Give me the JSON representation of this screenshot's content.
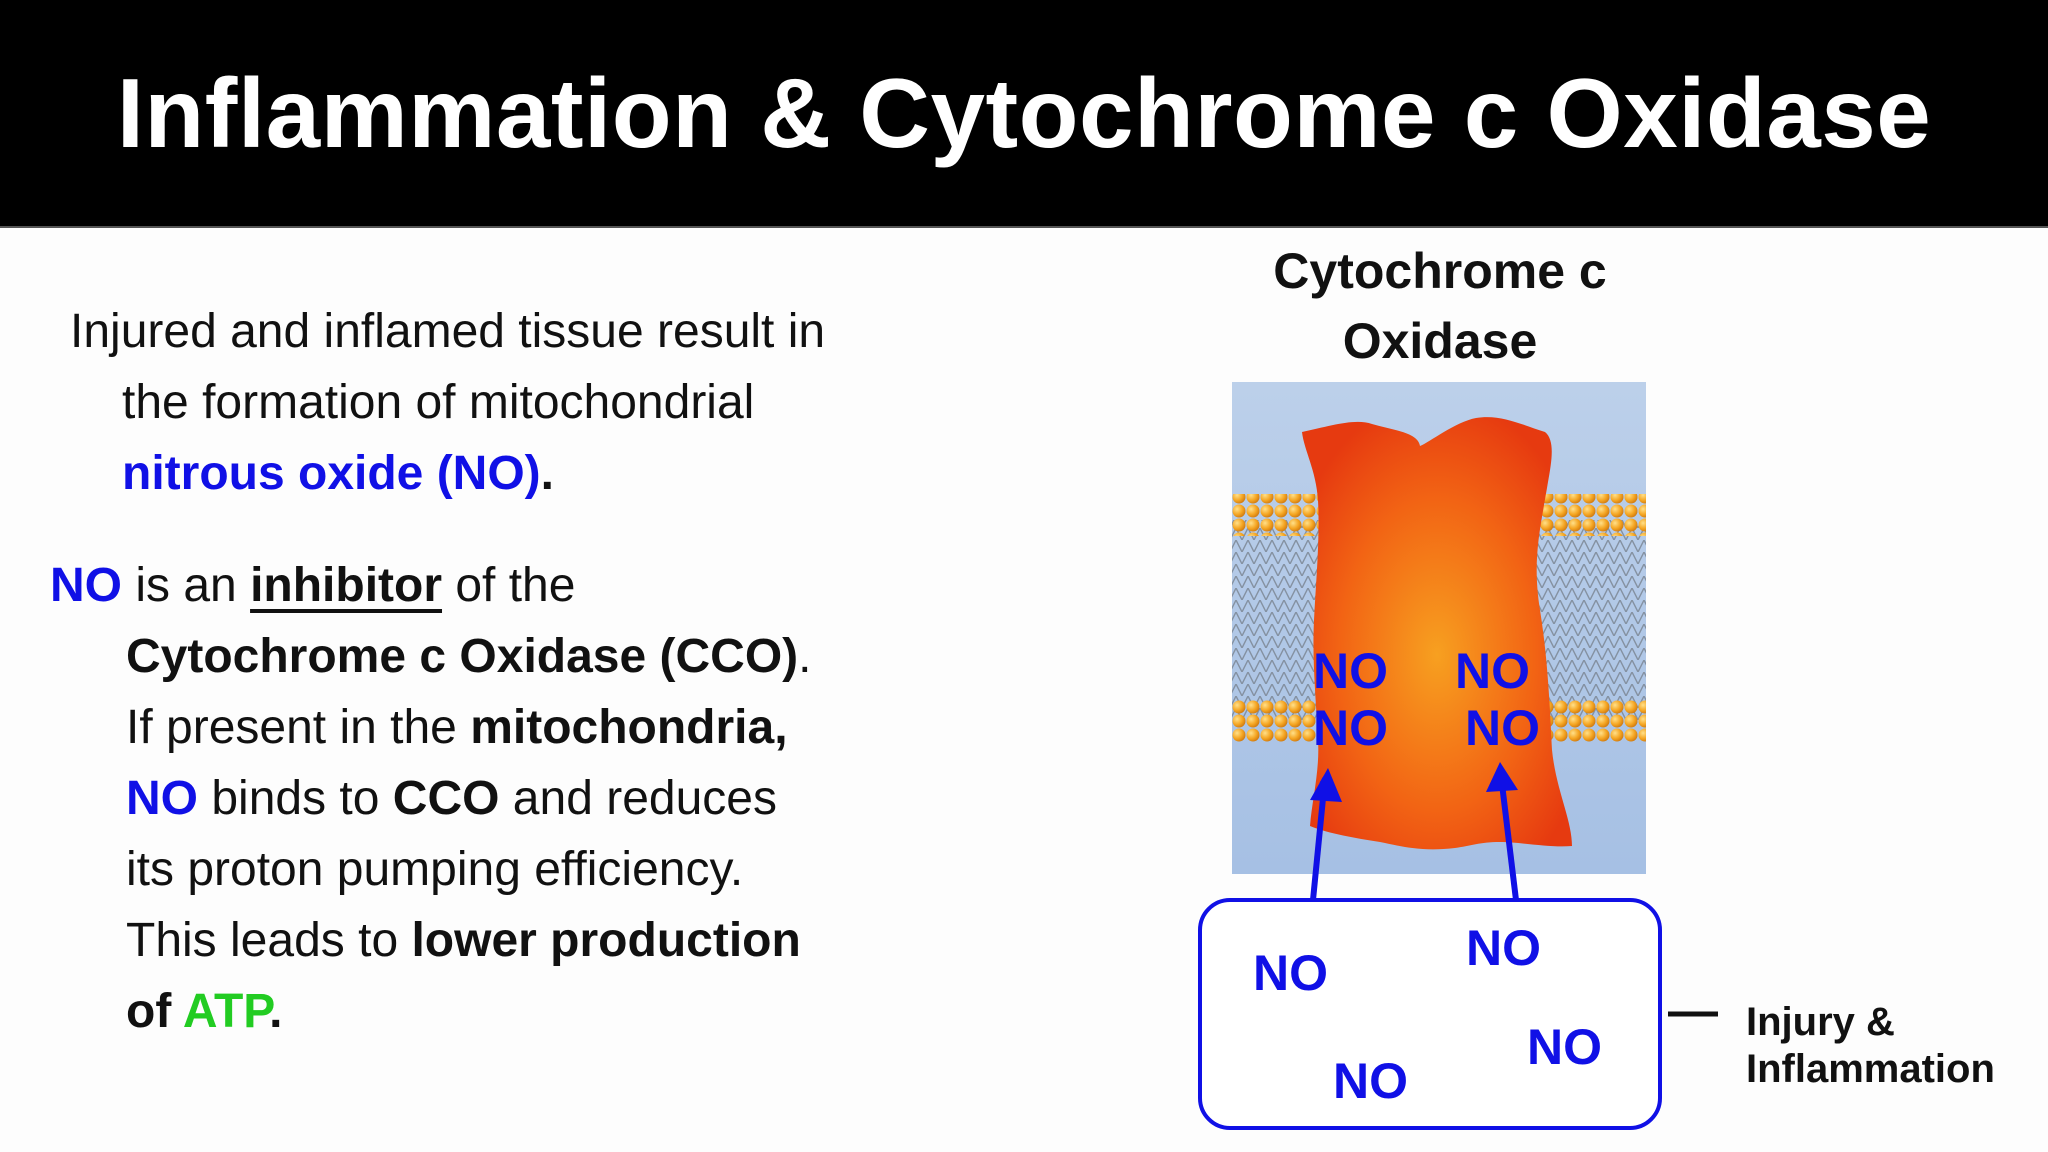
{
  "slide": {
    "title": "Inflammation & Cytochrome c Oxidase"
  },
  "left": {
    "p1": {
      "line1": "Injured and inflamed tissue result in",
      "line2": "the formation of mitochondrial",
      "no_phrase": "nitrous oxide (NO)",
      "period": "."
    },
    "p2": {
      "no": "NO",
      "is_an": " is an ",
      "inhibitor": "inhibitor",
      "of_the": " of the",
      "cco_full": "Cytochrome c Oxidase (CCO)",
      "period1": ".",
      "if_present": "If present in the ",
      "mitochondria": "mitochondria,",
      "no2": "NO",
      "binds_to": " binds to ",
      "cco": "CCO",
      "and_reduces": " and reduces",
      "line5": "its proton pumping efficiency.",
      "this_leads": "This leads to ",
      "lower_production": "lower production",
      "of": "of ",
      "atp": "ATP",
      "period2": "."
    }
  },
  "diagram": {
    "title_line1": "Cytochrome c",
    "title_line2": "Oxidase",
    "protein_no_labels": [
      "NO",
      "NO",
      "NO",
      "NO"
    ],
    "box_no_labels": [
      "NO",
      "NO",
      "NO",
      "NO"
    ],
    "injury_line1": "Injury &",
    "injury_line2": "Inflammation",
    "colors": {
      "no_blue": "#1010e6",
      "atp_green": "#22cc22",
      "protein_outer": "#e63a10",
      "protein_inner": "#f7a020",
      "membrane_bg": "#a9c2e4",
      "lipid_head": "#f5a623"
    }
  }
}
